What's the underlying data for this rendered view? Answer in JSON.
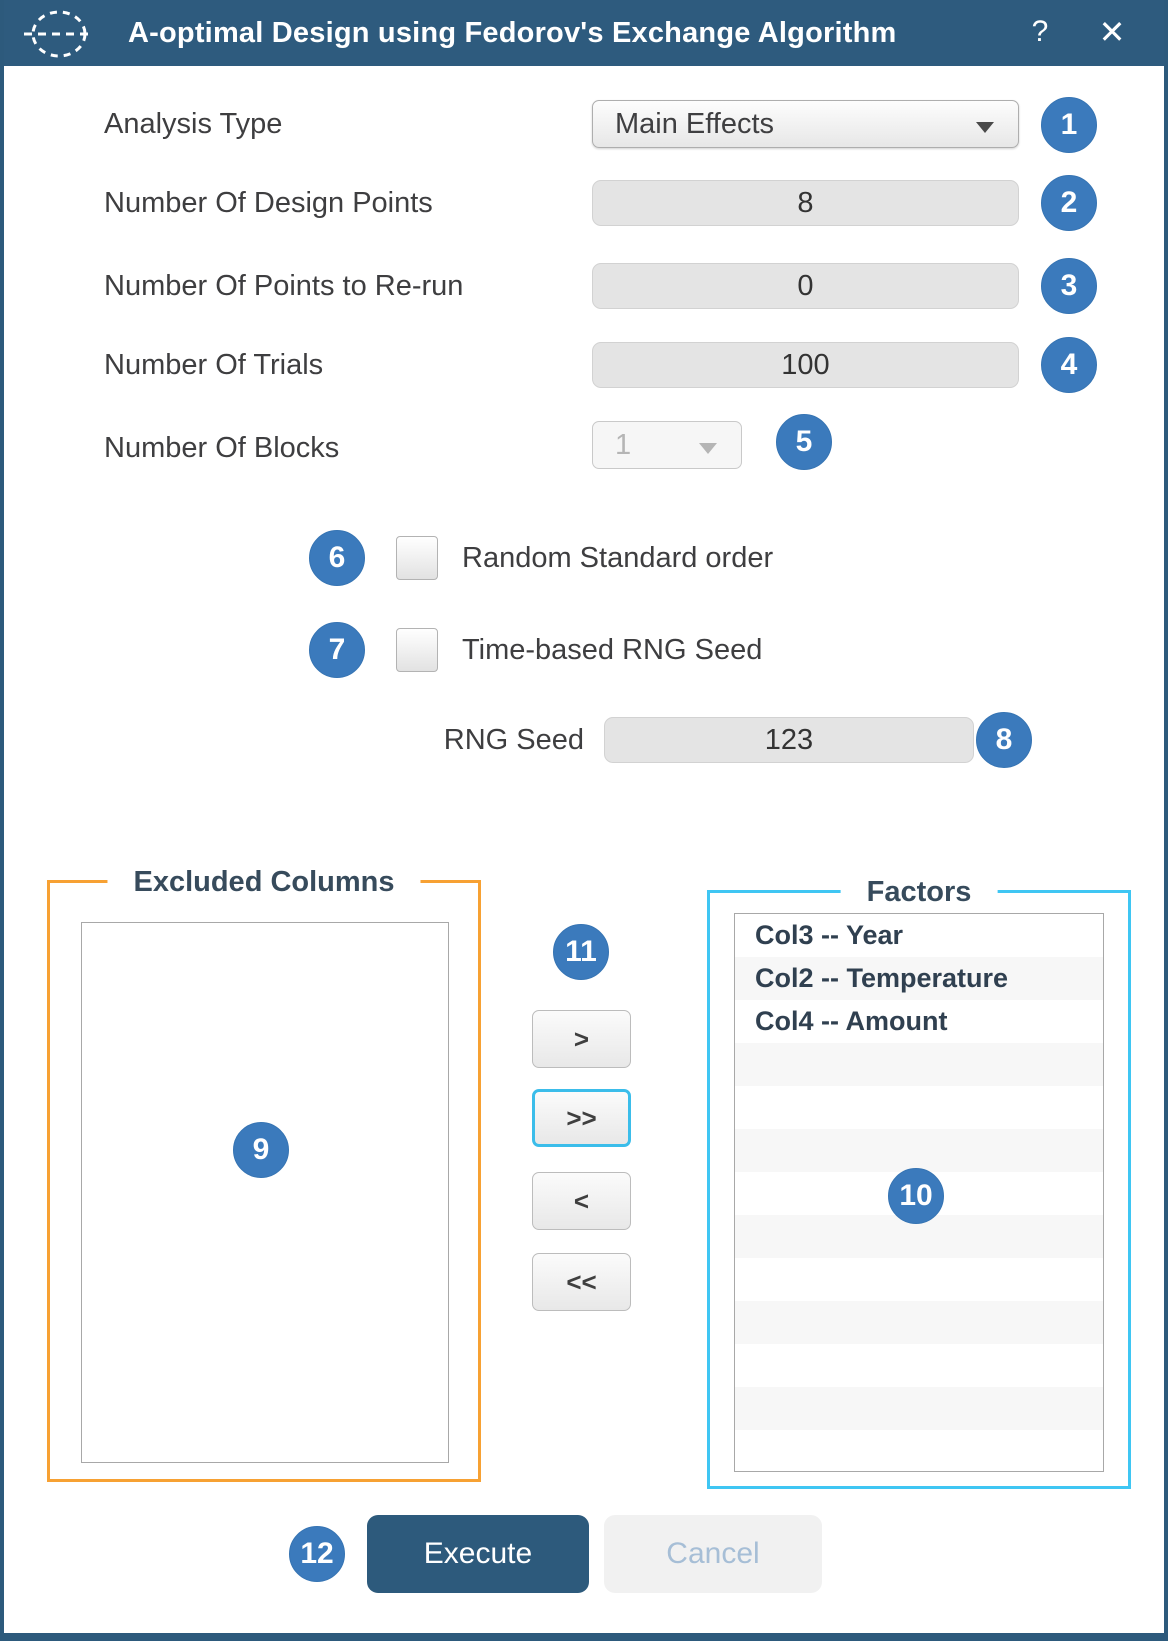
{
  "titlebar": {
    "title": "A-optimal Design using Fedorov's Exchange Algorithm",
    "help": "?",
    "close": "✕"
  },
  "fields": [
    {
      "label": "Analysis Type",
      "value": "Main Effects",
      "badge": "1"
    },
    {
      "label": "Number Of Design Points",
      "value": "8",
      "badge": "2"
    },
    {
      "label": "Number Of Points to Re-run",
      "value": "0",
      "badge": "3"
    },
    {
      "label": "Number Of Trials",
      "value": "100",
      "badge": "4"
    },
    {
      "label": "Number Of Blocks",
      "value": "1",
      "badge": "5",
      "disabled": true
    }
  ],
  "checkboxes": [
    {
      "label": "Random Standard order",
      "badge": "6",
      "checked": false
    },
    {
      "label": "Time-based RNG Seed",
      "badge": "7",
      "checked": false
    }
  ],
  "rng": {
    "label": "RNG Seed",
    "value": "123",
    "badge": "8"
  },
  "excluded": {
    "title": "Excluded Columns",
    "badge": "9",
    "items": []
  },
  "factors": {
    "title": "Factors",
    "badge": "10",
    "items": [
      "Col3 -- Year",
      "Col2 -- Temperature",
      "Col4 -- Amount"
    ]
  },
  "transfer": {
    "badge": "11",
    "move_right": ">",
    "move_all_right": ">>",
    "move_left": "<",
    "move_all_left": "<<"
  },
  "actions": {
    "badge": "12",
    "execute": "Execute",
    "cancel": "Cancel"
  },
  "colors": {
    "titlebar_blue": "#2e5b7e",
    "badge_blue": "#3b7abc",
    "accent_orange": "#f7a133",
    "accent_cyan": "#3fc6f3",
    "execute_blue": "#2d5a7c",
    "field_gray": "#e4e4e4"
  }
}
